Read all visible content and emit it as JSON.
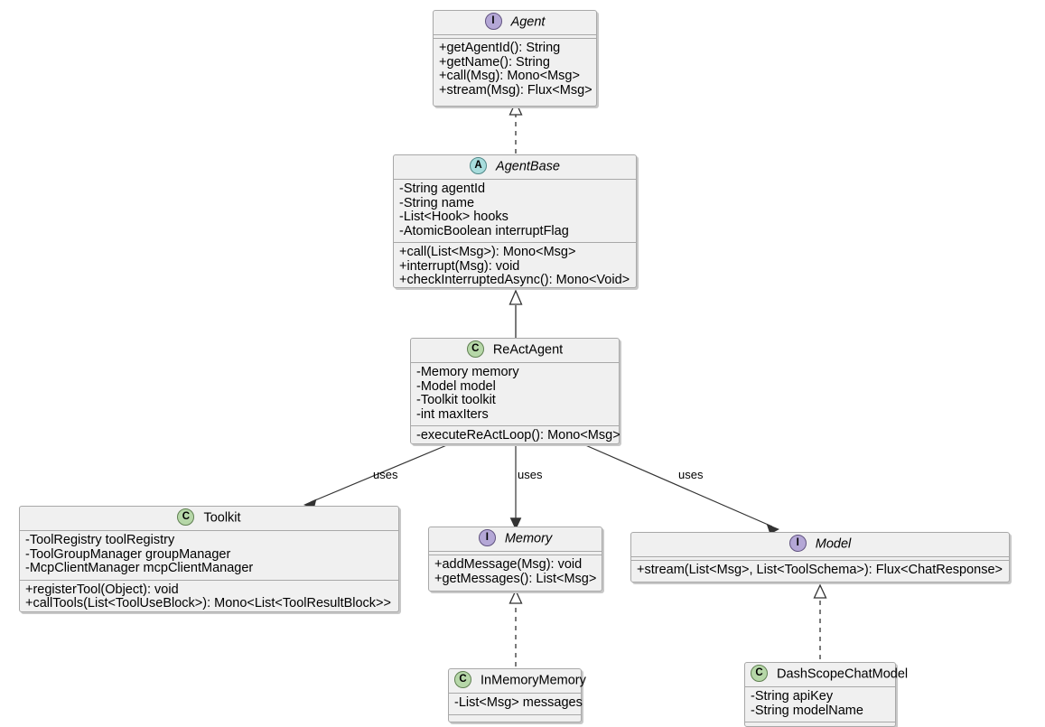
{
  "diagram": {
    "kind": "uml-class-diagram",
    "background": "#ffffff",
    "box_fill": "#f0f0f0",
    "box_border": "#a8a8a8",
    "icon_colors": {
      "interface": "#b4a7d6",
      "abstract": "#a7dcdc",
      "class": "#b6d7a8"
    }
  },
  "classes": {
    "agent": {
      "stereotype_letter": "I",
      "name": "Agent",
      "methods": [
        "+getAgentId(): String",
        "+getName(): String",
        "+call(Msg): Mono<Msg>",
        "+stream(Msg): Flux<Msg>"
      ]
    },
    "agent_base": {
      "stereotype_letter": "A",
      "name": "AgentBase",
      "fields": [
        "-String agentId",
        "-String name",
        "-List<Hook> hooks",
        "-AtomicBoolean interruptFlag"
      ],
      "methods": [
        "+call(List<Msg>): Mono<Msg>",
        "+interrupt(Msg): void",
        "+checkInterruptedAsync(): Mono<Void>"
      ]
    },
    "react_agent": {
      "stereotype_letter": "C",
      "name": "ReActAgent",
      "fields": [
        "-Memory memory",
        "-Model model",
        "-Toolkit toolkit",
        "-int maxIters"
      ],
      "methods": [
        "-executeReActLoop(): Mono<Msg>"
      ]
    },
    "toolkit": {
      "stereotype_letter": "C",
      "name": "Toolkit",
      "fields": [
        "-ToolRegistry toolRegistry",
        "-ToolGroupManager groupManager",
        "-McpClientManager mcpClientManager"
      ],
      "methods": [
        "+registerTool(Object): void",
        "+callTools(List<ToolUseBlock>): Mono<List<ToolResultBlock>>"
      ]
    },
    "memory": {
      "stereotype_letter": "I",
      "name": "Memory",
      "methods": [
        "+addMessage(Msg): void",
        "+getMessages(): List<Msg>"
      ]
    },
    "model": {
      "stereotype_letter": "I",
      "name": "Model",
      "methods": [
        "+stream(List<Msg>, List<ToolSchema>): Flux<ChatResponse>"
      ]
    },
    "in_memory_memory": {
      "stereotype_letter": "C",
      "name": "InMemoryMemory",
      "fields": [
        "-List<Msg> messages"
      ]
    },
    "dashscope_chat_model": {
      "stereotype_letter": "C",
      "name": "DashScopeChatModel",
      "fields": [
        "-String apiKey",
        "-String modelName"
      ]
    }
  },
  "relationships": [
    {
      "from": "agent_base",
      "to": "agent",
      "type": "realization",
      "line": "dashed",
      "arrow": "hollow-triangle",
      "label": ""
    },
    {
      "from": "react_agent",
      "to": "agent_base",
      "type": "generalization",
      "line": "solid",
      "arrow": "hollow-triangle",
      "label": ""
    },
    {
      "from": "react_agent",
      "to": "toolkit",
      "type": "association",
      "line": "solid",
      "arrow": "open",
      "label": "uses"
    },
    {
      "from": "react_agent",
      "to": "memory",
      "type": "association",
      "line": "solid",
      "arrow": "open",
      "label": "uses"
    },
    {
      "from": "react_agent",
      "to": "model",
      "type": "association",
      "line": "solid",
      "arrow": "open",
      "label": "uses"
    },
    {
      "from": "in_memory_memory",
      "to": "memory",
      "type": "realization",
      "line": "dashed",
      "arrow": "hollow-triangle",
      "label": ""
    },
    {
      "from": "dashscope_chat_model",
      "to": "model",
      "type": "realization",
      "line": "dashed",
      "arrow": "hollow-triangle",
      "label": ""
    }
  ],
  "edge_labels": {
    "uses_toolkit": "uses",
    "uses_memory": "uses",
    "uses_model": "uses"
  }
}
